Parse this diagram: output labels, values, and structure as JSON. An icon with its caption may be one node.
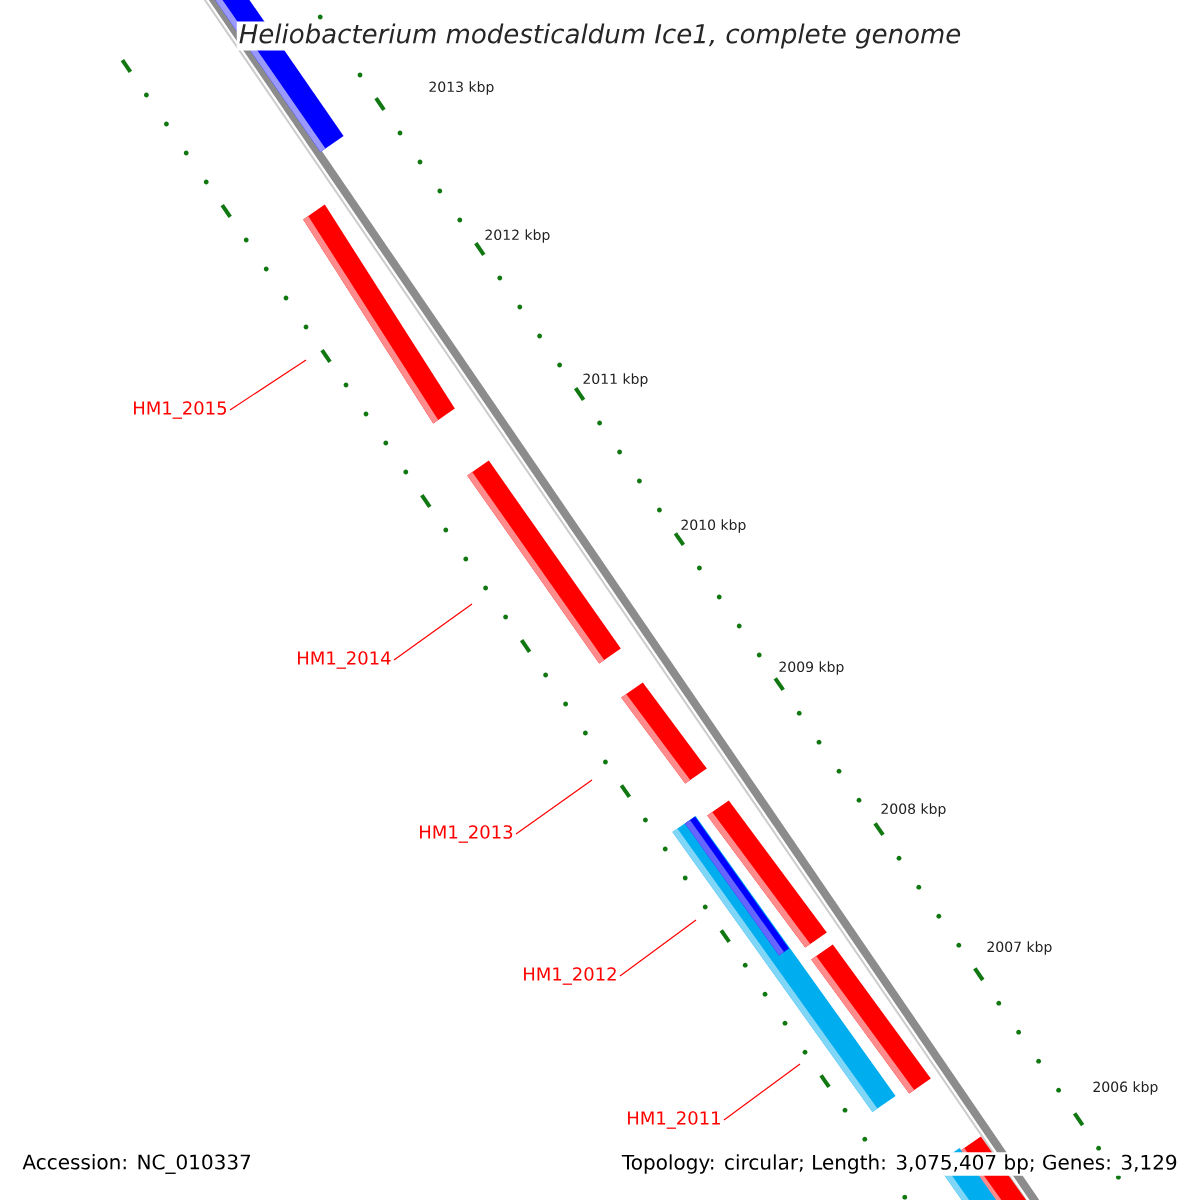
{
  "diagram": {
    "title": "Heliobacterium modesticaldum Ice1, complete genome",
    "nodes": [
      {
        "text": [
          "HM1_2015"
        ]
      },
      {
        "text": [
          "HM1_2014"
        ]
      },
      {
        "text": [
          "HM1_2013"
        ]
      },
      {
        "text": [
          "HM1_2012"
        ]
      },
      {
        "text": [
          "HM1_2011"
        ]
      }
    ],
    "edges": [
      {
        "from": 0,
        "to": null,
        "arrow": "none"
      },
      {
        "from": 1,
        "to": null,
        "arrow": "none"
      },
      {
        "from": 2,
        "to": null,
        "arrow": "none"
      },
      {
        "from": 3,
        "to": null,
        "arrow": "none"
      },
      {
        "from": 4,
        "to": null,
        "arrow": "none"
      }
    ],
    "labels": [
      "2013 kbp",
      "2012 kbp",
      "2011 kbp",
      "2010 kbp",
      "2009 kbp",
      "2008 kbp",
      "2007 kbp",
      "2006 kbp",
      "Accession: NC_010337",
      "Topology: circular; Length: 3,075,407 bp; Genes: 3,129"
    ]
  }
}
